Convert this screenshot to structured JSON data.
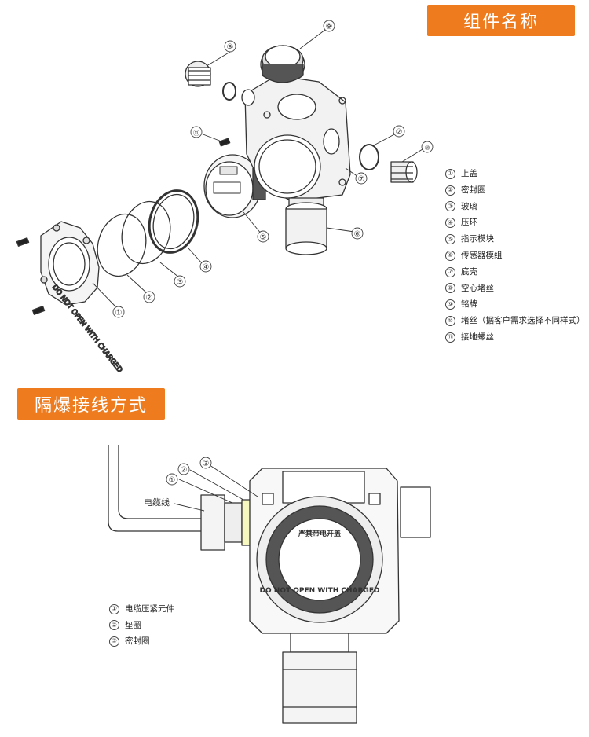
{
  "section1": {
    "title": "组件名称"
  },
  "section2": {
    "title": "隔爆接线方式"
  },
  "parts": [
    {
      "num": "①",
      "label": "上盖"
    },
    {
      "num": "②",
      "label": "密封圈"
    },
    {
      "num": "③",
      "label": "玻璃"
    },
    {
      "num": "④",
      "label": "压环"
    },
    {
      "num": "⑤",
      "label": "指示模块"
    },
    {
      "num": "⑥",
      "label": "传感器模组"
    },
    {
      "num": "⑦",
      "label": "底壳"
    },
    {
      "num": "⑧",
      "label": "空心堵丝"
    },
    {
      "num": "⑨",
      "label": "铭牌"
    },
    {
      "num": "⑩",
      "label": "堵丝（据客户需求选择不同样式）"
    },
    {
      "num": "⑪",
      "label": "接地螺丝"
    }
  ],
  "wiring_parts": [
    {
      "num": "①",
      "label": "电缆压紧元件"
    },
    {
      "num": "②",
      "label": "垫圈"
    },
    {
      "num": "③",
      "label": "密封圈"
    }
  ],
  "cable_label": "电缆线",
  "lid_text_cn": "严禁带电开盖",
  "lid_text_en": "DO NOT OPEN WITH CHARGED",
  "cover_text": "DO NOT OPEN WITH CHARGED"
}
